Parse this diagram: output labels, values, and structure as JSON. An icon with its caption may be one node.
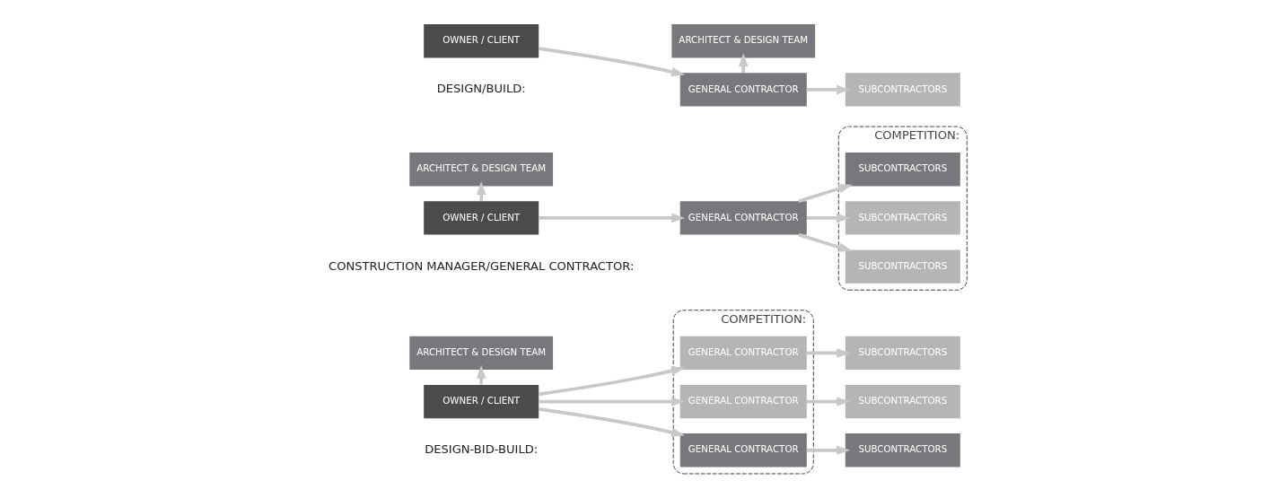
{
  "diagram": {
    "nodes": [
      {
        "text": [
          "OWNER / CLIENT"
        ]
      },
      {
        "text": [
          "ARCHITECT & DESIGN TEAM"
        ]
      },
      {
        "text": [
          "COMPETITION:"
        ]
      },
      {
        "text": [
          "GENERAL CONTRACTOR"
        ],
        "in": 2
      },
      {
        "text": [
          "GENERAL CONTRACTOR"
        ],
        "in": 2
      },
      {
        "text": [
          "GENERAL CONTRACTOR"
        ],
        "in": 2
      },
      {
        "text": [
          "SUBCONTRACTORS"
        ]
      },
      {
        "text": [
          "SUBCONTRACTORS"
        ]
      },
      {
        "text": [
          "SUBCONTRACTORS"
        ]
      },
      {
        "text": [
          "OWNER / CLIENT"
        ]
      },
      {
        "text": [
          "GENERAL CONTRACTOR"
        ]
      },
      {
        "text": [
          "ARCHITECT & DESIGN TEAM"
        ]
      },
      {
        "text": [
          "COMPETITION:"
        ]
      },
      {
        "text": [
          "SUBCONTRACTORS"
        ],
        "in": 12
      },
      {
        "text": [
          "SUBCONTRACTORS"
        ],
        "in": 12
      },
      {
        "text": [
          "SUBCONTRACTORS"
        ],
        "in": 12
      },
      {
        "text": [
          "OWNER / CLIENT"
        ]
      },
      {
        "text": [
          "GENERAL CONTRACTOR"
        ]
      },
      {
        "text": [
          "SUBCONTRACTORS"
        ]
      },
      {
        "text": [
          "ARCHITECT & DESIGN TEAM"
        ]
      }
    ],
    "edges": [
      {
        "from": 0,
        "to": 3,
        "arrow": "to"
      },
      {
        "from": 0,
        "to": 4,
        "arrow": "to"
      },
      {
        "from": 0,
        "to": 5,
        "arrow": "to"
      },
      {
        "from": 0,
        "to": 1,
        "arrow": "to"
      },
      {
        "from": 3,
        "to": 6,
        "arrow": "to"
      },
      {
        "from": 4,
        "to": 7,
        "arrow": "to"
      },
      {
        "from": 5,
        "to": 8,
        "arrow": "to"
      },
      {
        "from": 9,
        "to": 10,
        "arrow": "to"
      },
      {
        "from": 9,
        "to": 11,
        "arrow": "to"
      },
      {
        "from": 10,
        "to": 13,
        "arrow": "to"
      },
      {
        "from": 10,
        "to": 14,
        "arrow": "to"
      },
      {
        "from": 10,
        "to": 15,
        "arrow": "to"
      },
      {
        "from": 16,
        "to": 17,
        "arrow": "to"
      },
      {
        "from": 17,
        "to": 18,
        "arrow": "to"
      },
      {
        "from": 17,
        "to": 19,
        "arrow": "to"
      }
    ],
    "labels": [
      "DESIGN-BID-BUILD:",
      "CONSTRUCTION MANAGER/GENERAL CONTRACTOR:",
      "DESIGN/BUILD:"
    ]
  }
}
